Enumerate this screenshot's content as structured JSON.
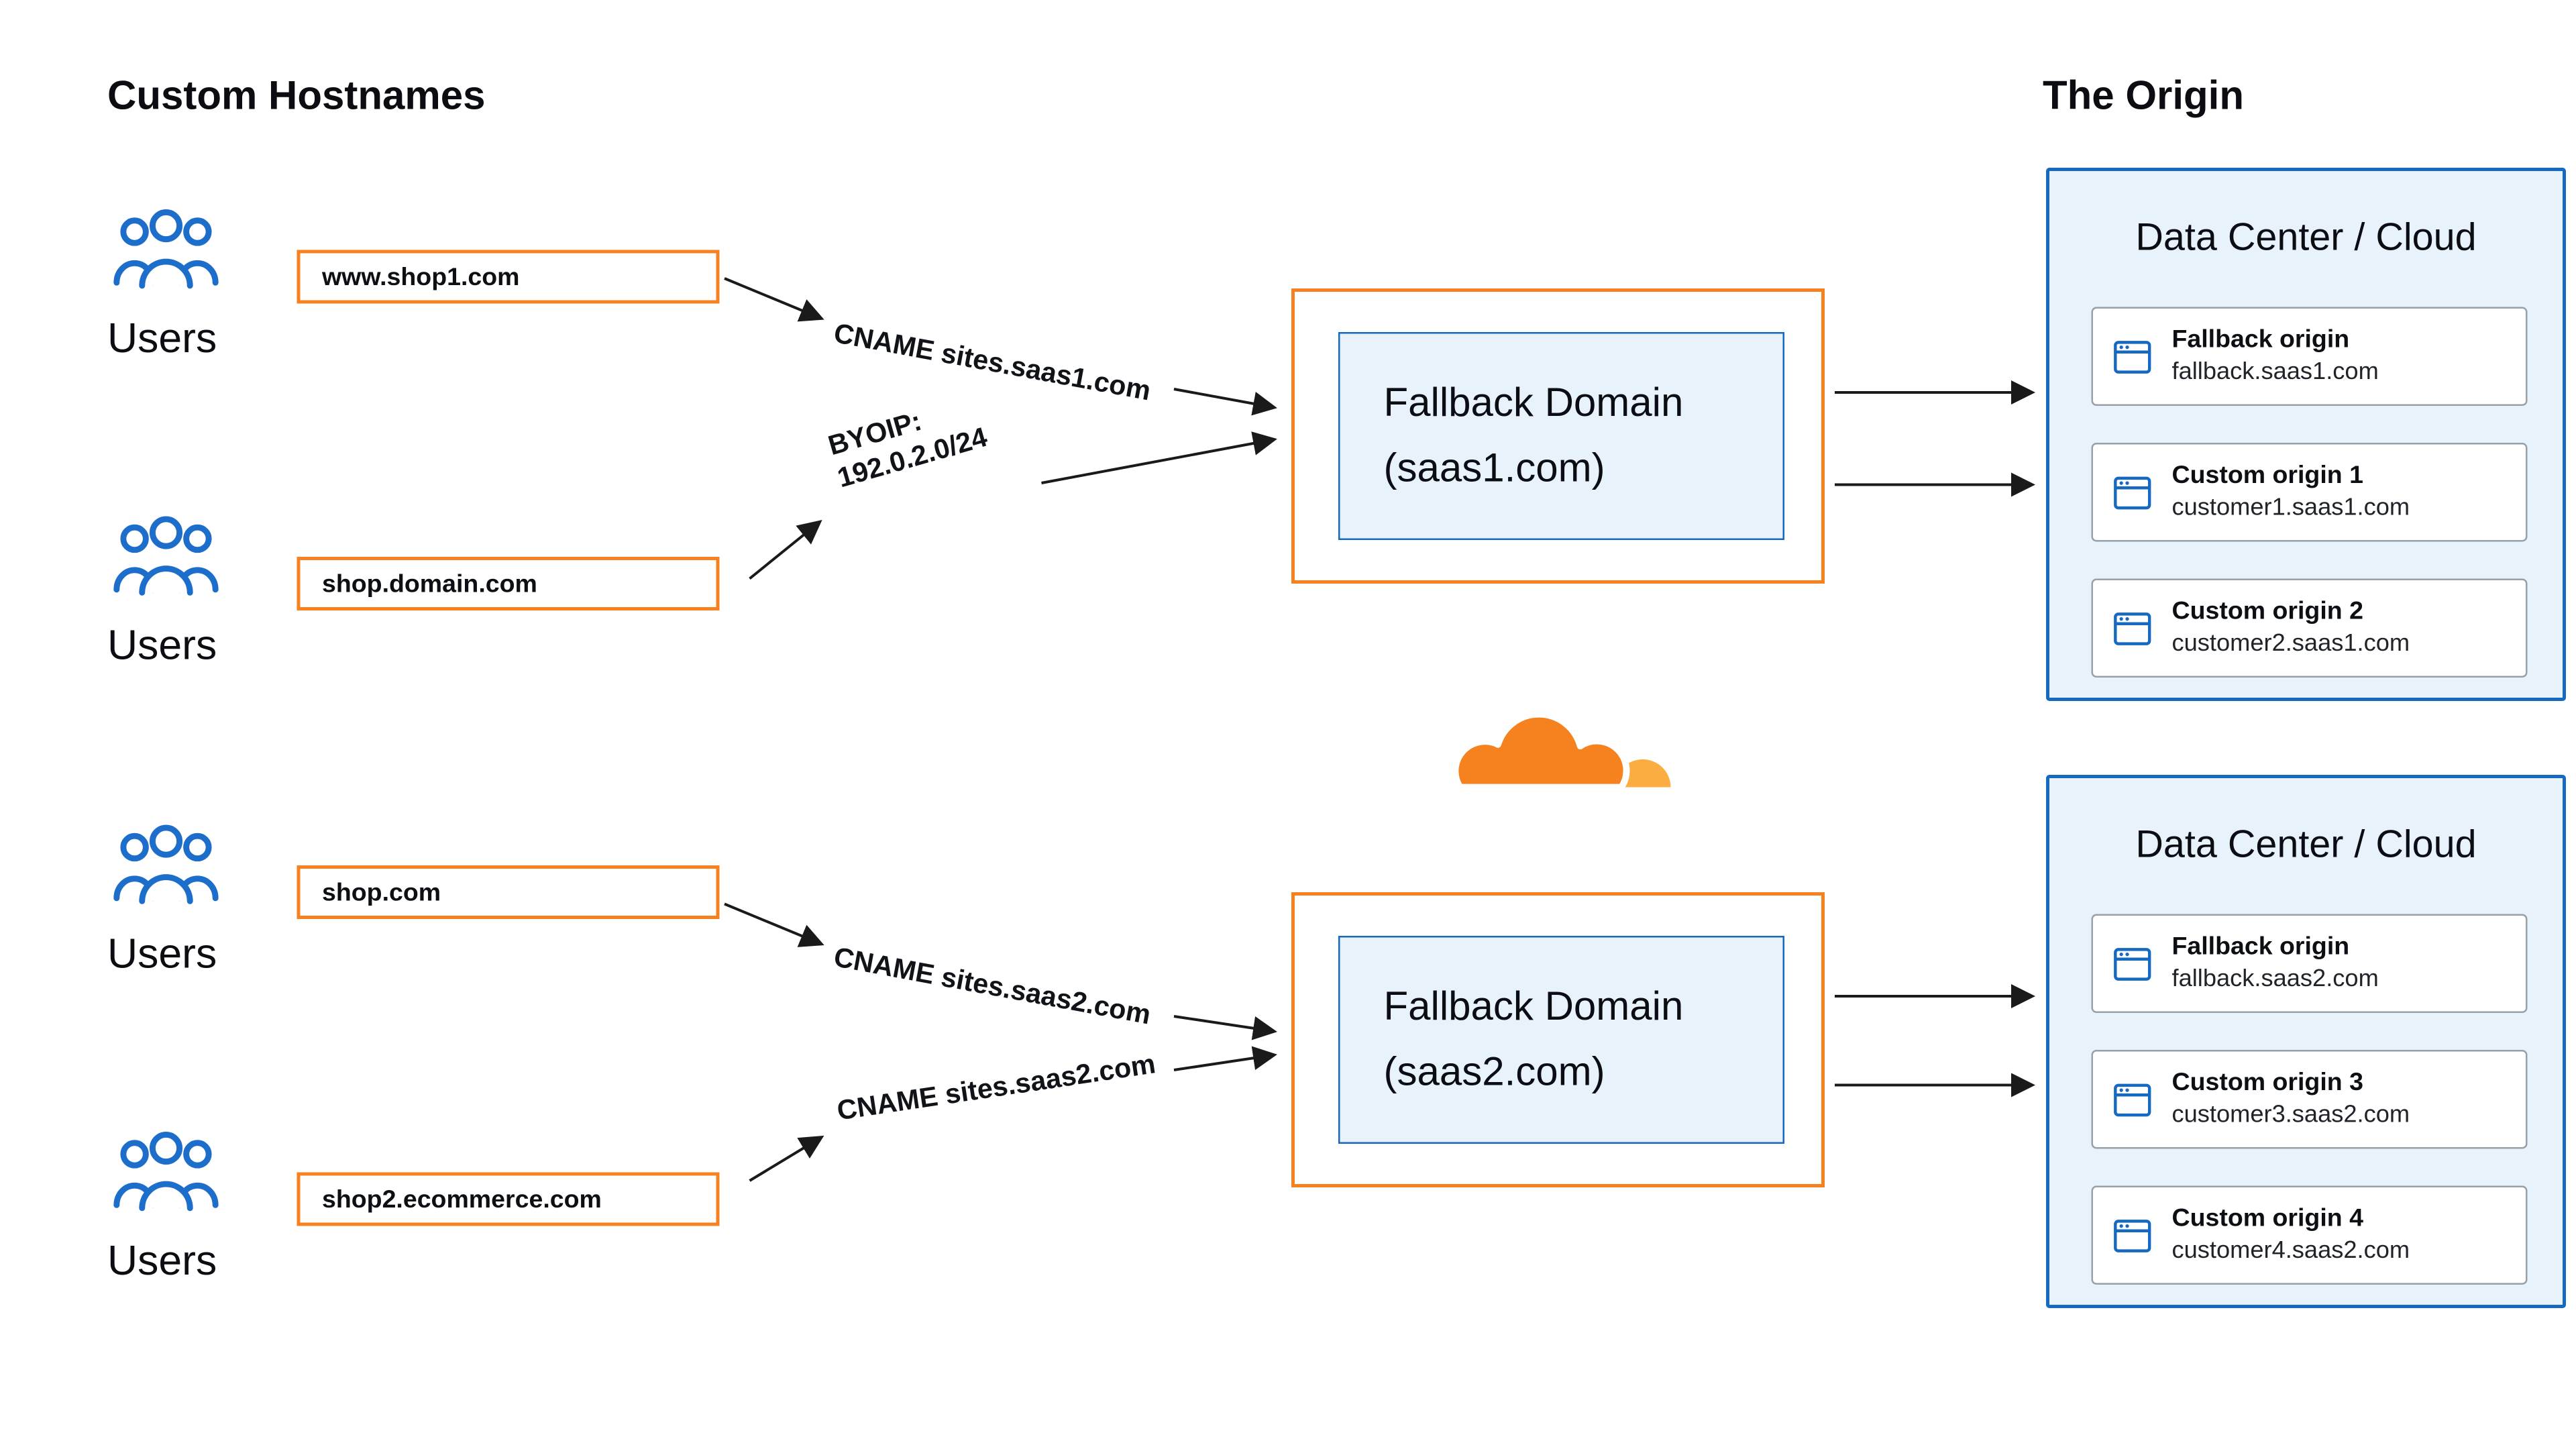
{
  "headings": {
    "left": "Custom Hostnames",
    "right": "The Origin"
  },
  "users_label": "Users",
  "hostnames": [
    "www.shop1.com",
    "shop.domain.com",
    "shop.com",
    "shop2.ecommerce.com"
  ],
  "edge_labels": {
    "cname_saas1": "CNAME sites.saas1.com",
    "byoip_line1": "BYOIP:",
    "byoip_line2": "192.0.2.0/24",
    "cname_saas2_upper": "CNAME sites.saas2.com",
    "cname_saas2_lower": "CNAME sites.saas2.com"
  },
  "fallback_domains": [
    {
      "line1": "Fallback Domain",
      "line2": "(saas1.com)"
    },
    {
      "line1": "Fallback Domain",
      "line2": "(saas2.com)"
    }
  ],
  "data_centers": [
    {
      "title": "Data Center / Cloud",
      "origins": [
        {
          "name": "Fallback origin",
          "host": "fallback.saas1.com"
        },
        {
          "name": "Custom origin 1",
          "host": "customer1.saas1.com"
        },
        {
          "name": "Custom origin 2",
          "host": "customer2.saas1.com"
        }
      ]
    },
    {
      "title": "Data Center / Cloud",
      "origins": [
        {
          "name": "Fallback origin",
          "host": "fallback.saas2.com"
        },
        {
          "name": "Custom origin 3",
          "host": "customer3.saas2.com"
        },
        {
          "name": "Custom origin 4",
          "host": "customer4.saas2.com"
        }
      ]
    }
  ],
  "icons": {
    "users": "users-icon",
    "origin_server": "browser-window-icon",
    "logo": "cloudflare-logo"
  },
  "colors": {
    "orange": "#f6821f",
    "light_orange": "#fbad41",
    "blue": "#1669c1",
    "icon_blue": "#1d6ecb",
    "light_blue_bg": "#e8f2fb",
    "arrow": "#1a1a1a",
    "card_border": "#98a0a8"
  }
}
